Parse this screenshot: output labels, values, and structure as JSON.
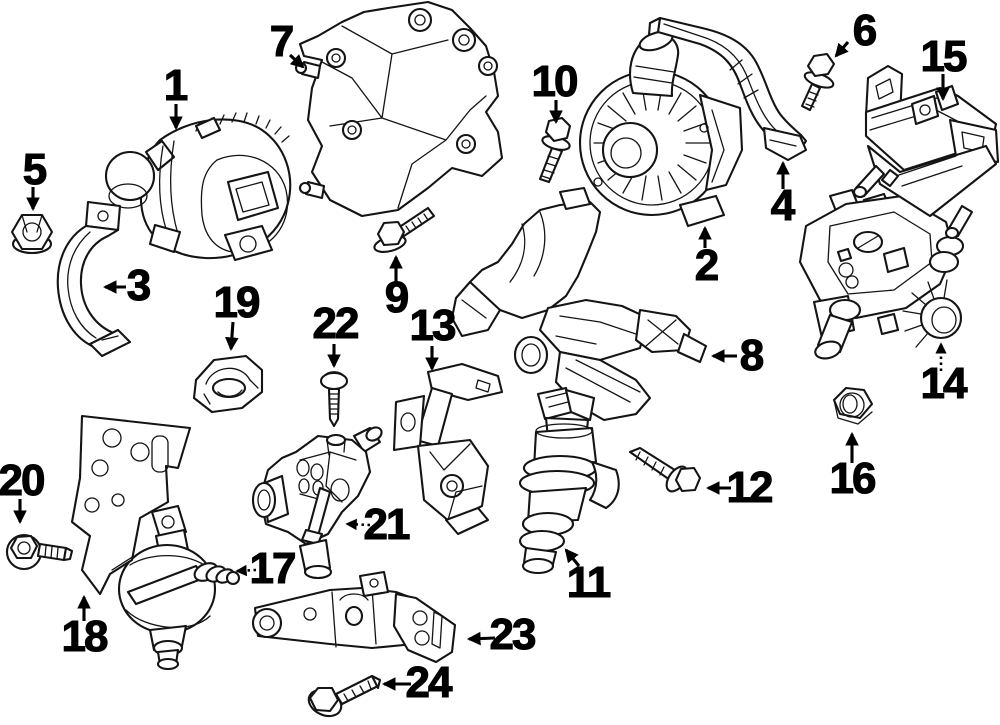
{
  "diagram": {
    "background": "#ffffff",
    "line_color": "#141414",
    "label_color": "#000000",
    "callouts": [
      {
        "label": "1"
      },
      {
        "label": "2"
      },
      {
        "label": "3"
      },
      {
        "label": "4"
      },
      {
        "label": "5"
      },
      {
        "label": "6"
      },
      {
        "label": "7"
      },
      {
        "label": "8"
      },
      {
        "label": "9"
      },
      {
        "label": "10"
      },
      {
        "label": "11"
      },
      {
        "label": "12"
      },
      {
        "label": "13"
      },
      {
        "label": "14"
      },
      {
        "label": "15"
      },
      {
        "label": "16"
      },
      {
        "label": "17"
      },
      {
        "label": "18"
      },
      {
        "label": "19"
      },
      {
        "label": "20"
      },
      {
        "label": "21"
      },
      {
        "label": "22"
      },
      {
        "label": "23"
      },
      {
        "label": "24"
      }
    ]
  }
}
